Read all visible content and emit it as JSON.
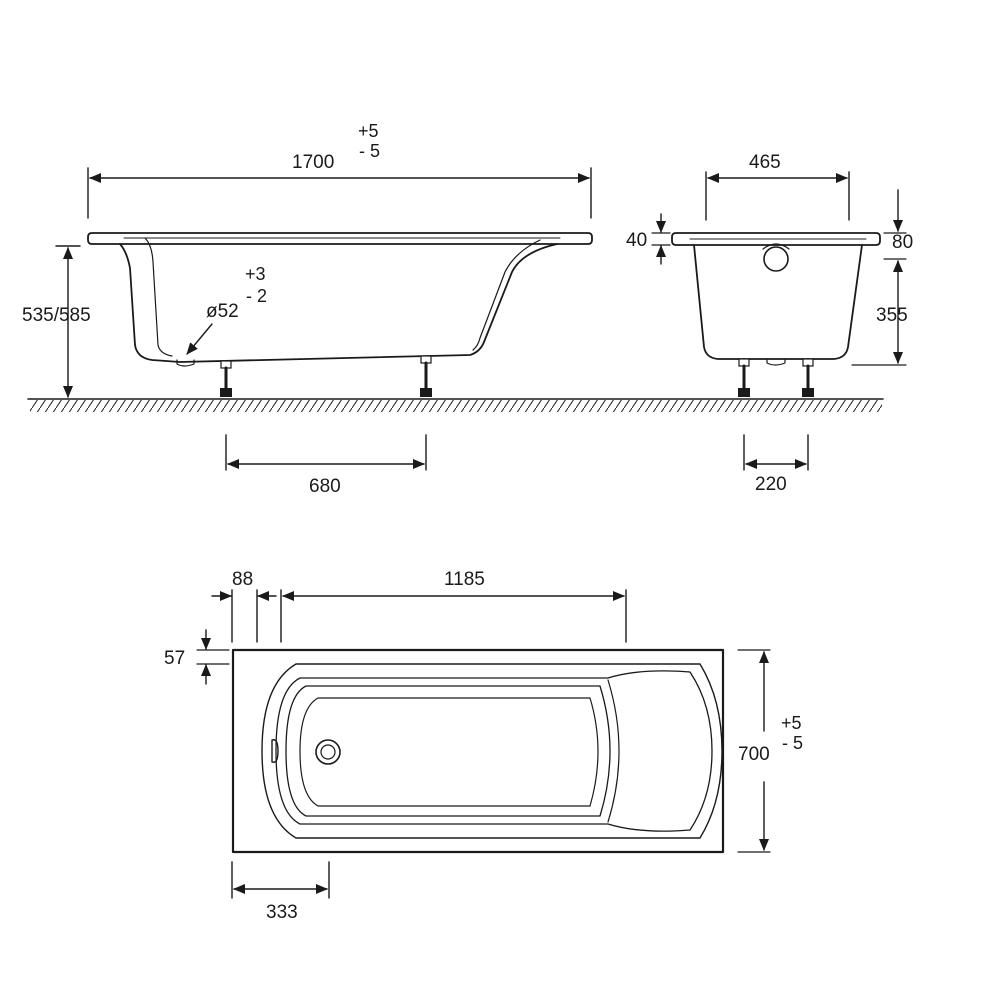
{
  "side_view": {
    "length": "1700",
    "length_tol_plus": "+5",
    "length_tol_minus": "- 5",
    "height": "535/585",
    "drain_diameter": "ø52",
    "drain_tol_plus": "+3",
    "drain_tol_minus": "- 2",
    "leg_spacing": "680"
  },
  "end_view": {
    "width": "465",
    "rim_thickness": "40",
    "rim_top_drop": "80",
    "depth": "355",
    "leg_spacing": "220"
  },
  "top_view": {
    "offset_left": "88",
    "inner_length": "1185",
    "rim_offset": "57",
    "width": "700",
    "width_tol_plus": "+5",
    "width_tol_minus": "- 5",
    "drain_position": "333"
  },
  "colors": {
    "line": "#1a1a1a",
    "background": "#ffffff"
  }
}
